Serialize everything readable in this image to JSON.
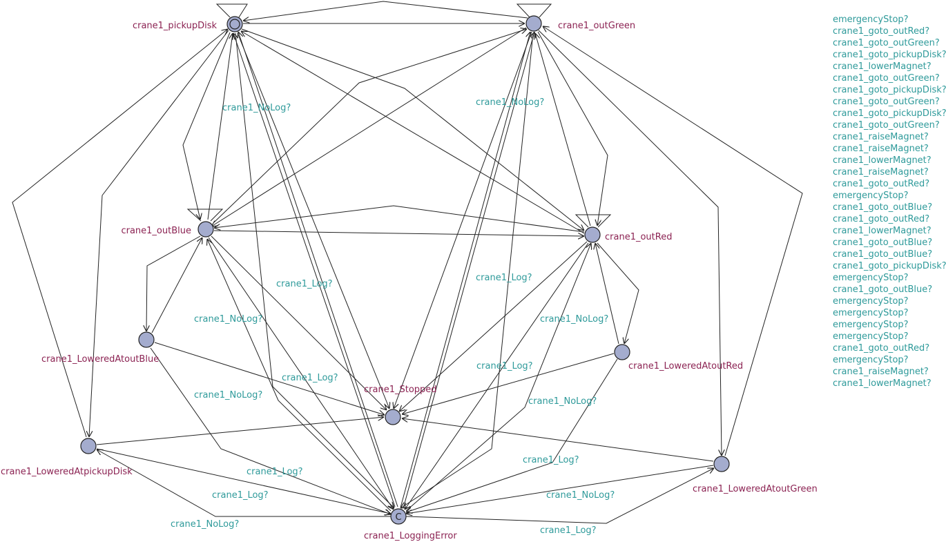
{
  "colors": {
    "state_label": "#8b2252",
    "edge_label": "#2e9a9a",
    "node_fill": "#a4acce",
    "edge": "#222222"
  },
  "states": {
    "pickupDisk": {
      "name": "crane1_pickupDisk",
      "initial": true
    },
    "outGreen": {
      "name": "crane1_outGreen"
    },
    "outBlue": {
      "name": "crane1_outBlue"
    },
    "outRed": {
      "name": "crane1_outRed"
    },
    "loweredAtoutBlue": {
      "name": "crane1_LoweredAtoutBlue"
    },
    "loweredAtoutRed": {
      "name": "crane1_LoweredAtoutRed"
    },
    "stopped": {
      "name": "crane1_Stopped"
    },
    "loweredAtpickupDisk": {
      "name": "crane1_LoweredAtpickupDisk"
    },
    "loweredAtoutGreen": {
      "name": "crane1_LoweredAtoutGreen"
    },
    "loggingError": {
      "name": "crane1_LoggingError",
      "committed_mark": "C"
    }
  },
  "edge_labels": [
    "crane1_NoLog?",
    "crane1_NoLog?",
    "crane1_Log?",
    "crane1_Log?",
    "crane1_NoLog?",
    "crane1_NoLog?",
    "crane1_Log?",
    "crane1_Log?",
    "crane1_NoLog?",
    "crane1_NoLog?",
    "crane1_Log?",
    "crane1_Log?",
    "crane1_Log?",
    "crane1_NoLog?",
    "crane1_NoLog?",
    "crane1_Log?"
  ],
  "sync_list": [
    "emergencyStop?",
    "crane1_goto_outRed?",
    "crane1_goto_outGreen?",
    "crane1_goto_pickupDisk?",
    "crane1_lowerMagnet?",
    "crane1_goto_outGreen?",
    "crane1_goto_pickupDisk?",
    "crane1_goto_outGreen?",
    "crane1_goto_pickupDisk?",
    "crane1_goto_outGreen?",
    "crane1_raiseMagnet?",
    "crane1_raiseMagnet?",
    "crane1_lowerMagnet?",
    "crane1_raiseMagnet?",
    "crane1_goto_outRed?",
    "emergencyStop?",
    "crane1_goto_outBlue?",
    "crane1_goto_outRed?",
    "crane1_lowerMagnet?",
    "crane1_goto_outBlue?",
    "crane1_goto_outBlue?",
    "crane1_goto_pickupDisk?",
    "emergencyStop?",
    "crane1_goto_outBlue?",
    "emergencyStop?",
    "emergencyStop?",
    "emergencyStop?",
    "emergencyStop?",
    "crane1_goto_outRed?",
    "emergencyStop?",
    "crane1_raiseMagnet?",
    "crane1_lowerMagnet?"
  ]
}
